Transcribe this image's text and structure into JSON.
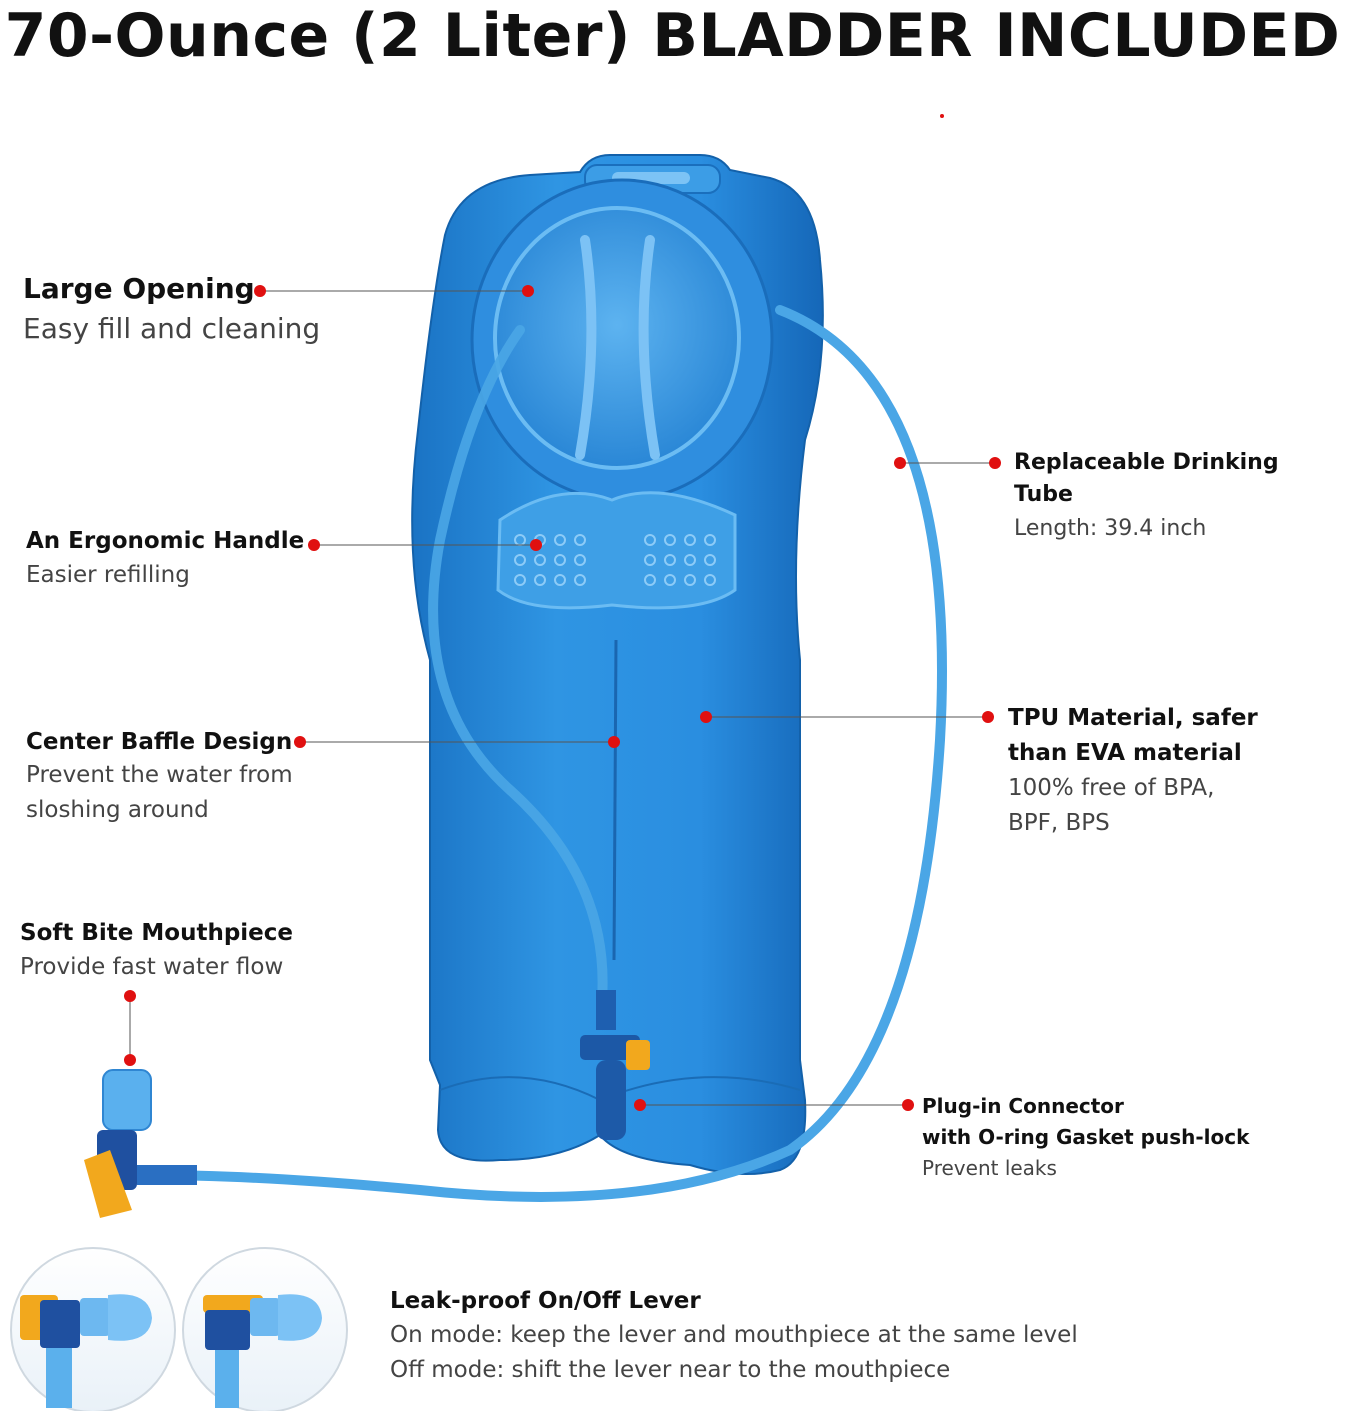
{
  "title": "70-Ounce (2 Liter) BLADDER INCLUDED",
  "features": {
    "large_opening": {
      "heading": "Large Opening",
      "desc": "Easy fill and cleaning"
    },
    "ergonomic_handle": {
      "heading": "An Ergonomic Handle",
      "desc": "Easier refilling"
    },
    "center_baffle": {
      "heading": "Center Baffle Design",
      "desc_line1": "Prevent the water from",
      "desc_line2": "sloshing around"
    },
    "soft_bite": {
      "heading": "Soft Bite Mouthpiece",
      "desc": "Provide fast water flow"
    },
    "drinking_tube": {
      "heading": "Replaceable Drinking Tube",
      "desc": "Length: 39.4 inch"
    },
    "tpu_material": {
      "heading_line1": "TPU Material, safer",
      "heading_line2": "than EVA material",
      "desc_line1": "100% free of BPA,",
      "desc_line2": "BPF, BPS"
    },
    "plug_connector": {
      "heading_line1": "Plug-in Connector",
      "heading_line2": "with O-ring Gasket push-lock",
      "desc": "Prevent leaks"
    },
    "leak_proof": {
      "heading": "Leak-proof On/Off Lever",
      "desc_line1": "On mode: keep the lever and mouthpiece at the same level",
      "desc_line2": "Off mode: shift the lever near to the mouthpiece"
    }
  },
  "colors": {
    "bladder_blue": "#1e88d8",
    "tube_blue": "#4aa6e6",
    "callout_red": "#e01010",
    "lever_orange": "#f2a81d"
  }
}
